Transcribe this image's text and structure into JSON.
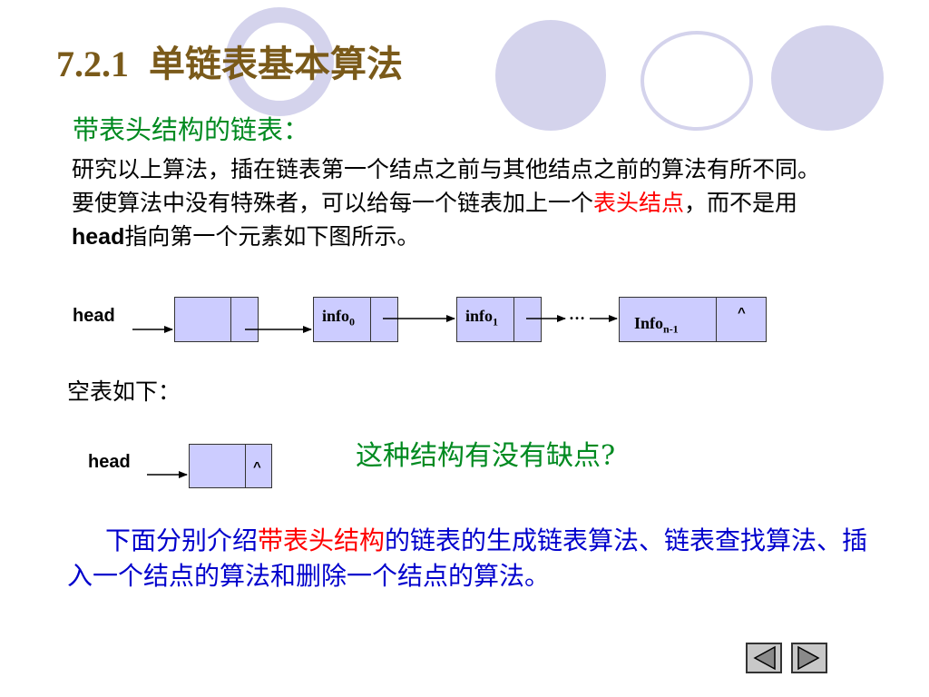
{
  "title": {
    "number": "7.2.1",
    "text": "单链表基本算法"
  },
  "subheading": "带表头结构的链表：",
  "paragraph": {
    "part1": "研究以上算法，插在链表第一个结点之前与其他结点之前的算法有所不同。要使算法中没有特殊者，可以给每一个链表加上一个",
    "highlight": "表头结点",
    "part2": "，而不是用",
    "bold_word": "head",
    "part3": "指向第一个元素如下图所示。"
  },
  "list_diagram": {
    "head_label": "head",
    "node1_field": "info",
    "node1_sub": "0",
    "node2_field": "info",
    "node2_sub": "1",
    "ellipsis": "…",
    "last_field": "Info",
    "last_sub": "n-1",
    "null_mark": "^"
  },
  "empty_label": "空表如下：",
  "empty_diagram": {
    "head_label": "head",
    "null_mark": "^"
  },
  "question": "这种结构有没有缺点?",
  "summary": {
    "part1": "下面分别介绍",
    "highlight": "带表头结构",
    "part2": "的链表的生成链表算法、链表查找算法、插入一个结点的算法和删除一个结点的算法。"
  },
  "colors": {
    "title": "#7a5a1a",
    "subheading": "#008a20",
    "highlight": "#ff0000",
    "summary": "#0000cc",
    "node_fill": "#ccccff",
    "decoration": "#d4d3ec"
  },
  "nav": {
    "prev_icon": "triangle-left-icon",
    "next_icon": "triangle-right-icon"
  }
}
